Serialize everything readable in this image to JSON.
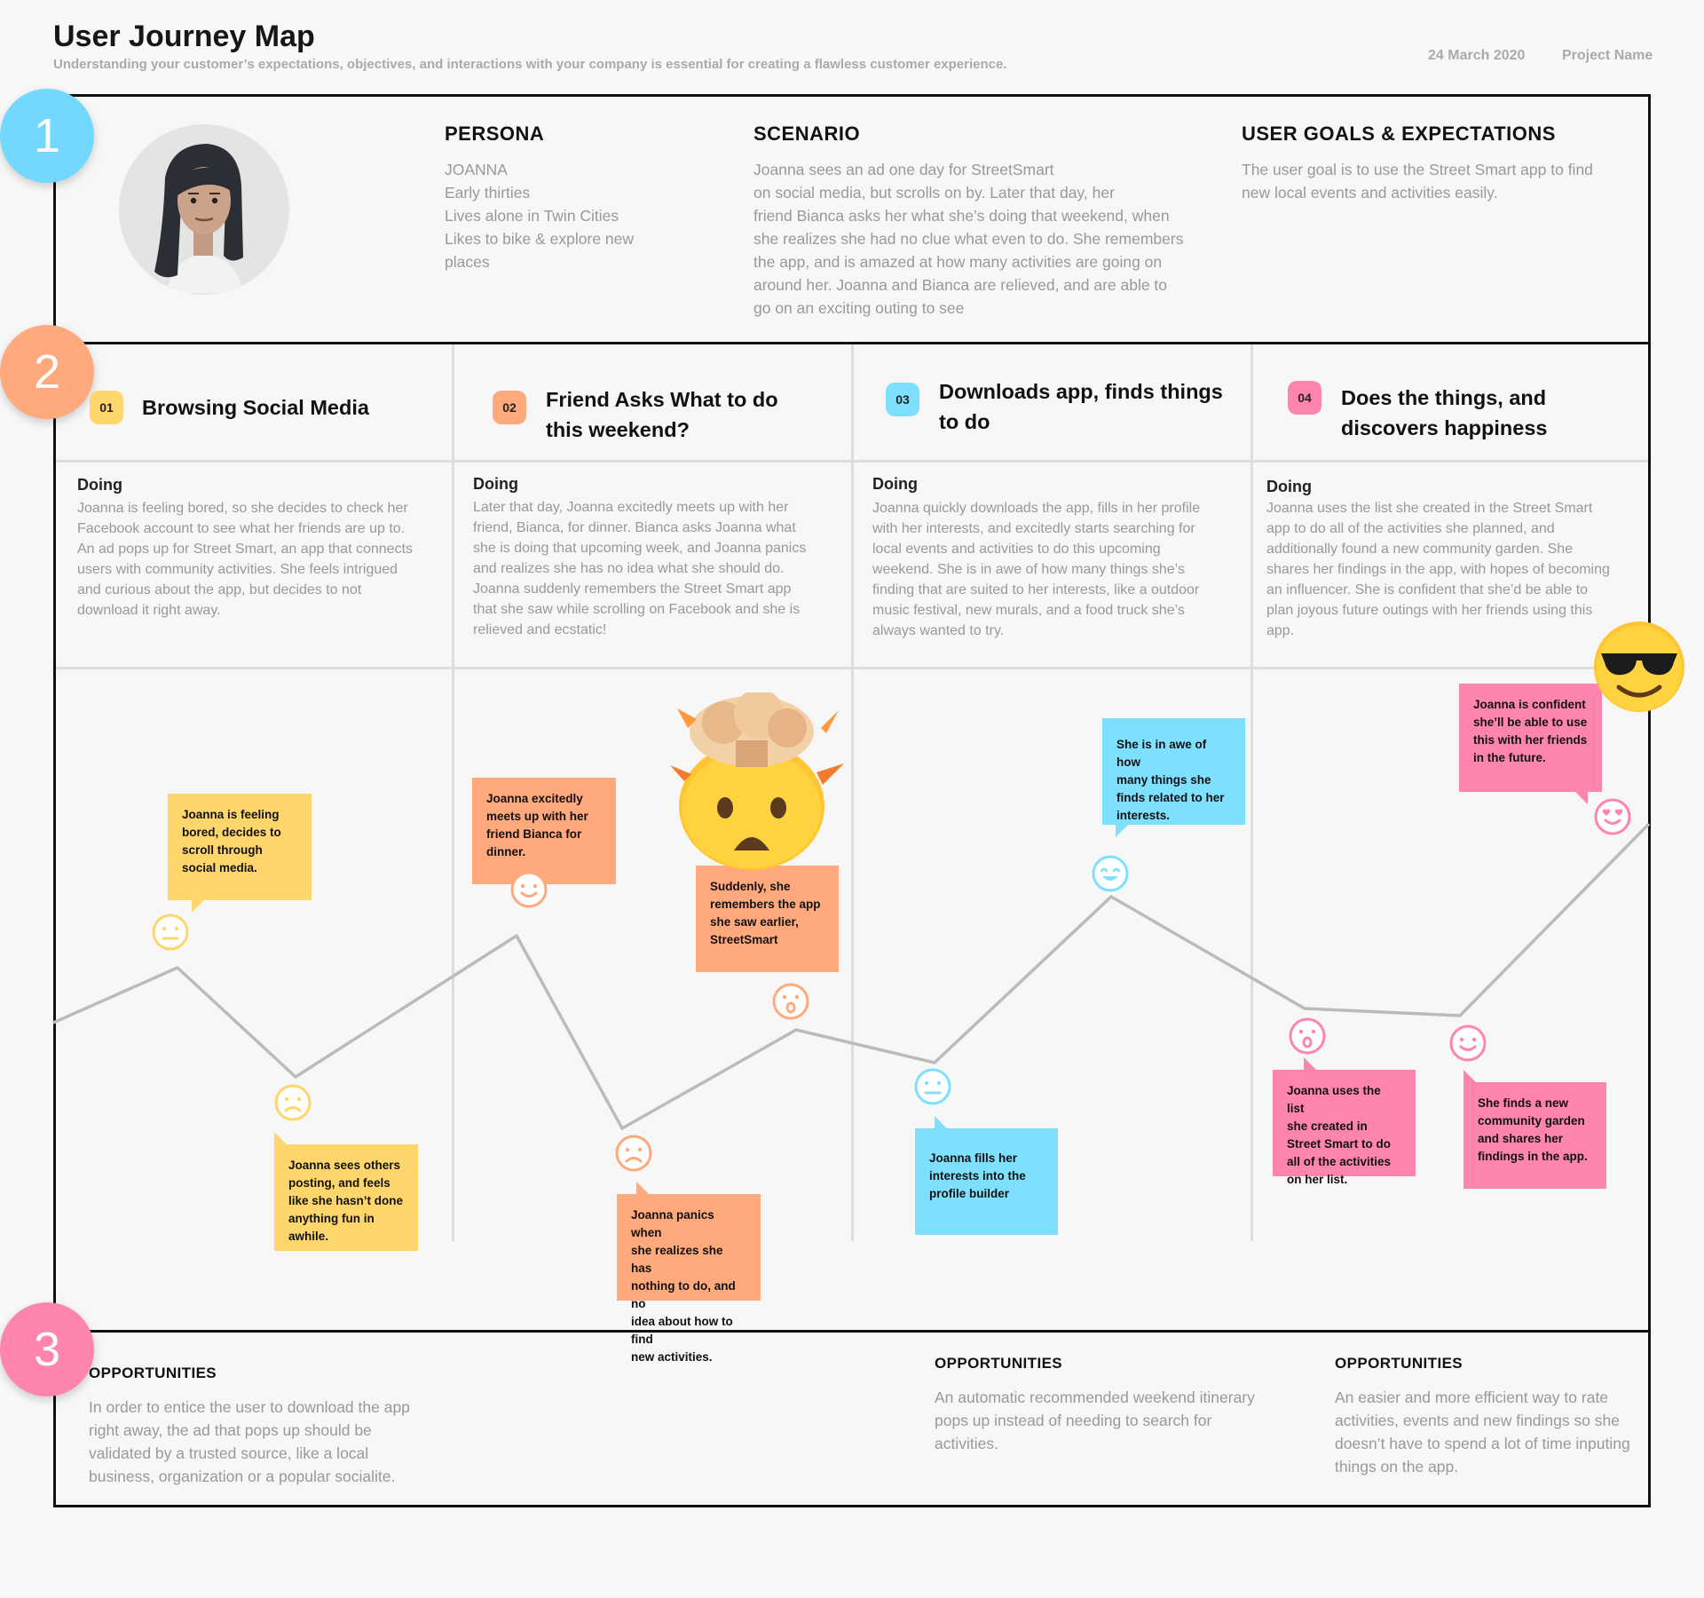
{
  "header": {
    "title": "User Journey Map",
    "subtitle": "Understanding your customer’s expectations, objectives, and interactions with your company is essential for creating a flawless customer experience.",
    "date": "24 March 2020",
    "project": "Project Name"
  },
  "section_numbers": [
    "1",
    "2",
    "3"
  ],
  "colors": {
    "yellow": "#FFD66B",
    "orange": "#FFA97C",
    "blue": "#7EE0FF",
    "pink": "#FF85B0",
    "line": "#bbbbbb"
  },
  "persona": {
    "heading": "PERSONA",
    "lines": [
      "JOANNA",
      "Early thirties",
      "Lives alone in Twin Cities",
      "Likes to bike & explore new",
      "places"
    ]
  },
  "scenario": {
    "heading": "SCENARIO",
    "lines": [
      "Joanna sees an ad one day for StreetSmart",
      "on social media, but scrolls on by.  Later that day, her",
      "friend Bianca asks her what she’s doing that weekend, when",
      "she realizes she had no clue what even to do.  She remembers",
      "the app, and is amazed at how many activities are going on",
      "around her. Joanna and Bianca are relieved, and are able to",
      "go on an exciting outing to see"
    ]
  },
  "goals": {
    "heading": "USER GOALS & EXPECTATIONS",
    "lines": [
      "The user goal is to use the Street Smart app to find",
      "new local events and activities easily."
    ]
  },
  "stages": [
    {
      "num": "01",
      "title": [
        "Browsing Social Media"
      ],
      "doing_heading": "Doing",
      "doing": [
        "Joanna is feeling bored, so she decides to check her",
        "Facebook account to see what her friends are up to.",
        "An ad pops up for Street Smart, an app that connects",
        "users with community activities. She feels intrigued",
        "and curious about the app, but decides to not",
        "download it right away."
      ]
    },
    {
      "num": "02",
      "title": [
        "Friend Asks What to do",
        "this weekend?"
      ],
      "doing_heading": "Doing",
      "doing": [
        "Later that day, Joanna excitedly meets up with her",
        "friend, Bianca, for dinner. Bianca asks Joanna what",
        "she is doing that upcoming week, and Joanna panics",
        "and realizes she has no idea what she should do.",
        "Joanna suddenly remembers the Street Smart app",
        "that she saw while scrolling on Facebook and she is",
        "relieved and ecstatic!"
      ]
    },
    {
      "num": "03",
      "title": [
        "Downloads app, finds things",
        "to do"
      ],
      "doing_heading": "Doing",
      "doing": [
        "Joanna quickly downloads the app, fills in her profile",
        "with her interests, and excitedly starts searching for",
        "local events and activities to do this upcoming",
        "weekend. She is in awe of how many things she’s",
        "finding that are suited to her interests, like a outdoor",
        "music festival, new murals, and a food truck she’s",
        "always wanted to try."
      ]
    },
    {
      "num": "04",
      "title": [
        "Does the things, and",
        "discovers happiness"
      ],
      "doing_heading": "Doing",
      "doing": [
        "Joanna uses the list she created in the Street Smart",
        "app to do all of the activities she planned, and",
        "additionally found a new community garden. She",
        "shares her findings in the app, with hopes of becoming",
        "an influencer. She is confident that she’d be able to",
        "plan joyous future outings with her friends using this",
        "app."
      ]
    }
  ],
  "notes": [
    {
      "lines": [
        "Joanna is feeling",
        "bored, decides to",
        "scroll through",
        "social media."
      ],
      "color": "yellow"
    },
    {
      "lines": [
        "Joanna sees others",
        "posting, and feels",
        "like she hasn’t done",
        "anything fun in",
        "awhile."
      ],
      "color": "yellow"
    },
    {
      "lines": [
        "Joanna excitedly",
        "meets up with her",
        "friend Bianca for",
        "dinner."
      ],
      "color": "orange"
    },
    {
      "lines": [
        "Joanna panics when",
        "she realizes she has",
        "nothing to do, and no",
        "idea about how to find",
        "new activities."
      ],
      "color": "orange"
    },
    {
      "lines": [
        "Suddenly, she",
        "remembers the app",
        "she saw earlier,",
        "StreetSmart"
      ],
      "color": "orange"
    },
    {
      "lines": [
        "Joanna fills her",
        "interests into the",
        "profile builder"
      ],
      "color": "blue"
    },
    {
      "lines": [
        "She is in awe of how",
        "many things she",
        "finds related to her",
        "interests."
      ],
      "color": "blue"
    },
    {
      "lines": [
        "Joanna uses the list",
        "she created in",
        "Street Smart to do",
        "all of the activities",
        "on her list."
      ],
      "color": "pink"
    },
    {
      "lines": [
        "She finds a new",
        "community garden",
        "and shares her",
        "findings in the app."
      ],
      "color": "pink"
    },
    {
      "lines": [
        "Joanna is confident",
        "she’ll be able to use",
        "this with her friends",
        "in the future."
      ],
      "color": "pink"
    }
  ],
  "emotions": [
    {
      "face": "neutral",
      "color": "yellow"
    },
    {
      "face": "sad",
      "color": "yellow"
    },
    {
      "face": "happy",
      "color": "orange"
    },
    {
      "face": "sad",
      "color": "orange"
    },
    {
      "face": "surprised",
      "color": "orange"
    },
    {
      "face": "neutral",
      "color": "blue"
    },
    {
      "face": "grin",
      "color": "blue"
    },
    {
      "face": "surprised",
      "color": "pink"
    },
    {
      "face": "happy",
      "color": "pink"
    },
    {
      "face": "love",
      "color": "pink"
    }
  ],
  "emoji_icons": [
    "exploding-head-icon",
    "sunglasses-face-icon",
    "persona-avatar"
  ],
  "opportunities": [
    {
      "heading": "OPPORTUNITIES",
      "lines": [
        "In order to entice the user to download the app",
        "right away, the ad that pops up should be",
        "validated by a trusted source, like a local",
        "business, organization or a popular socialite."
      ]
    },
    {
      "heading": "OPPORTUNITIES",
      "lines": [
        "An automatic recommended weekend itinerary",
        "pops up instead of needing to search for",
        "activities."
      ]
    },
    {
      "heading": "OPPORTUNITIES",
      "lines": [
        "An easier and more efficient way to rate",
        "activities, events and new findings so she",
        "doesn’t have to spend a lot of time inputing",
        "things on the app."
      ]
    }
  ]
}
